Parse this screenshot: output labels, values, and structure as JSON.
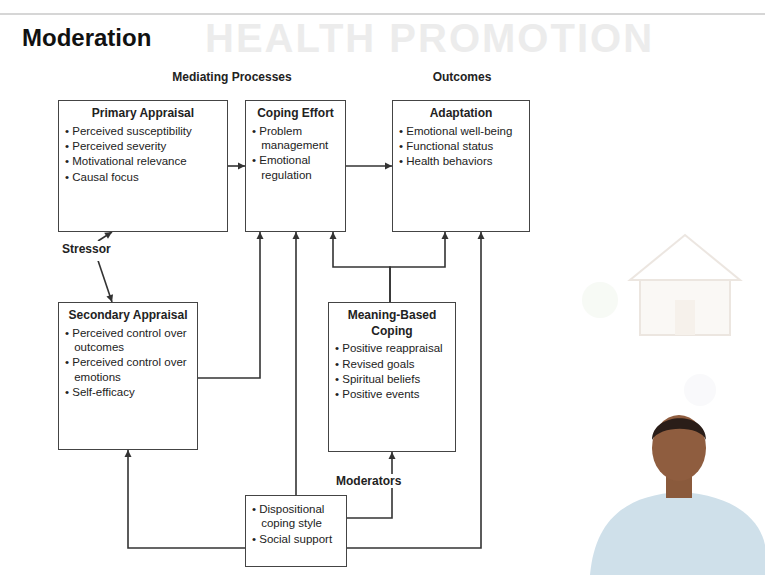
{
  "diagram": {
    "title": "Moderation",
    "nodes": [
      {
        "text": [
          "Primary Appraisal",
          "• Perceived susceptibility",
          "• Perceived severity",
          "• Motivational relevance",
          "• Causal focus"
        ]
      },
      {
        "text": [
          "Coping Effort",
          "• Problem management",
          "• Emotional regulation"
        ]
      },
      {
        "text": [
          "Adaptation",
          "• Emotional well-being",
          "• Functional status",
          "• Health behaviors"
        ]
      },
      {
        "text": [
          "Stressor"
        ]
      },
      {
        "text": [
          "Secondary Appraisal",
          "• Perceived control over outcomes",
          "• Perceived control over emotions",
          "• Self-efficacy"
        ]
      },
      {
        "text": [
          "Meaning-Based Coping",
          "• Positive reappraisal",
          "• Revised goals",
          "• Spiritual beliefs",
          "• Positive events"
        ]
      },
      {
        "text": [
          "Moderators",
          "• Dispositional coping style",
          "• Social support"
        ]
      }
    ],
    "edges": [
      {
        "from": 0,
        "to": 1,
        "arrow": "to"
      },
      {
        "from": 1,
        "to": 2,
        "arrow": "to"
      },
      {
        "from": 3,
        "to": 0,
        "arrow": "to"
      },
      {
        "from": 3,
        "to": 4,
        "arrow": "to"
      },
      {
        "from": 4,
        "to": 1,
        "arrow": "to"
      },
      {
        "from": 5,
        "to": 1,
        "arrow": "to"
      },
      {
        "from": 5,
        "to": 2,
        "arrow": "to"
      },
      {
        "from": 6,
        "to": 4,
        "arrow": "to"
      },
      {
        "from": 6,
        "to": 1,
        "arrow": "to"
      },
      {
        "from": 6,
        "to": 5,
        "arrow": "to"
      },
      {
        "from": 6,
        "to": 2,
        "arrow": "to"
      }
    ],
    "labels": [
      "HEALTH PROMOTION",
      "Mediating Processes",
      "Outcomes"
    ]
  }
}
